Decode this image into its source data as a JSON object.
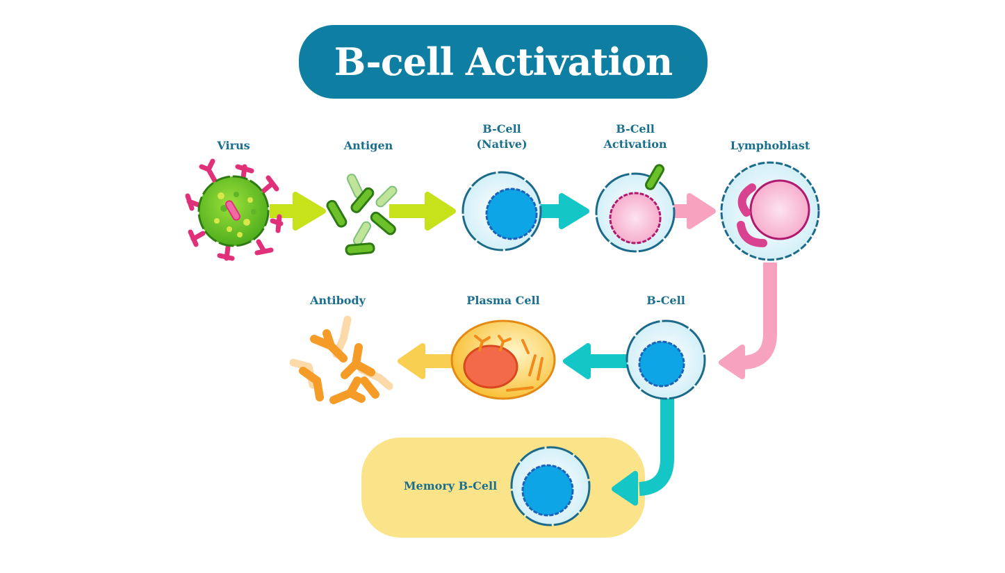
{
  "title": "B-cell Activation",
  "stages": {
    "virus": "Virus",
    "antigen": "Antigen",
    "bcell_native": "B-Cell\n(Native)",
    "bcell_activation": "B-Cell\nActivation",
    "lymphoblast": "Lymphoblast",
    "bcell": "B-Cell",
    "plasma_cell": "Plasma Cell",
    "antibody": "Antibody",
    "memory_bcell": "Memory B-Cell"
  },
  "flow": [
    {
      "from": "Virus",
      "to": "Antigen"
    },
    {
      "from": "Antigen",
      "to": "B-Cell (Native)"
    },
    {
      "from": "B-Cell (Native)",
      "to": "B-Cell Activation"
    },
    {
      "from": "B-Cell Activation",
      "to": "Lymphoblast"
    },
    {
      "from": "Lymphoblast",
      "to": "B-Cell"
    },
    {
      "from": "B-Cell",
      "to": "Plasma Cell"
    },
    {
      "from": "Plasma Cell",
      "to": "Antibody"
    },
    {
      "from": "B-Cell",
      "to": "Memory B-Cell"
    }
  ],
  "colors": {
    "title_bg": "#0e7fa3",
    "label": "#1a6e8e",
    "arrow_green": "#c6e21a",
    "arrow_teal": "#14c6c6",
    "arrow_pink": "#f7a3c0",
    "arrow_yellow": "#f9cf52",
    "memory_bg": "#fbe38a"
  }
}
